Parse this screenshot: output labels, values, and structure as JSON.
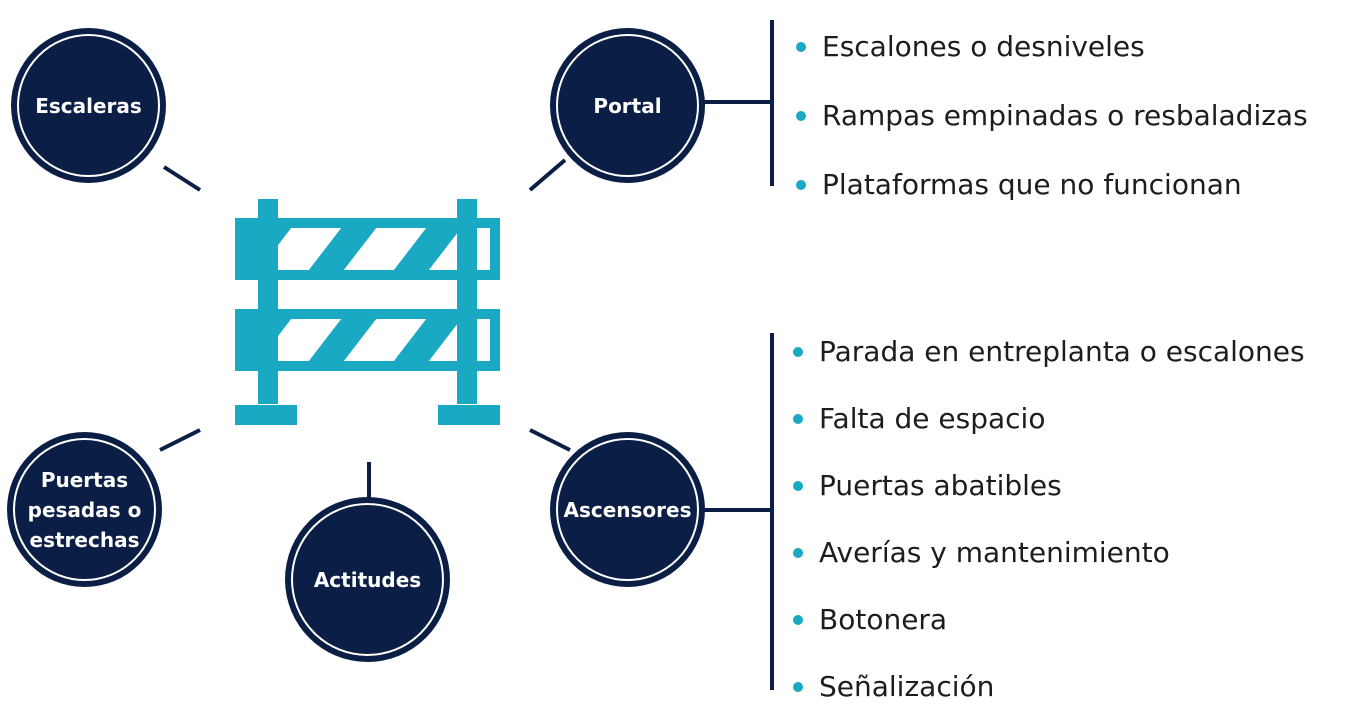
{
  "colors": {
    "node_fill": "#0b1e45",
    "accent": "#1aa9c2",
    "line": "#0b1e45",
    "text": "#1d1d1d"
  },
  "center": {
    "icon": "barrier-icon"
  },
  "nodes": {
    "escaleras": {
      "label": "Escaleras"
    },
    "portal": {
      "label": "Portal"
    },
    "puertas": {
      "label_lines": [
        "Puertas",
        "pesadas o",
        "estrechas"
      ]
    },
    "actitudes": {
      "label": "Actitudes"
    },
    "ascensores": {
      "label": "Ascensores"
    }
  },
  "lists": {
    "portal": [
      "Escalones o desniveles",
      "Rampas empinadas o resbaladizas",
      "Plataformas que no funcionan"
    ],
    "ascensores": [
      "Parada en entreplanta o escalones",
      "Falta de espacio",
      "Puertas abatibles",
      "Averías y mantenimiento",
      "Botonera",
      "Señalización"
    ]
  }
}
